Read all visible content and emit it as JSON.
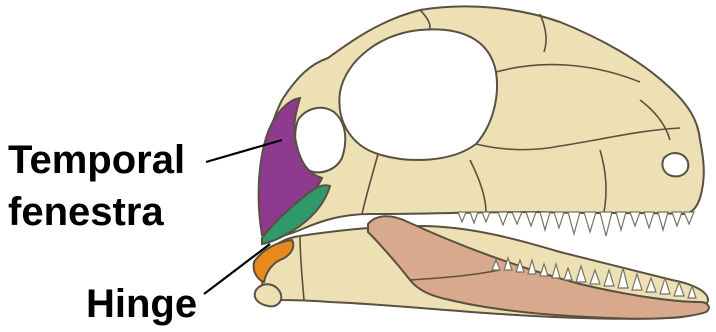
{
  "labels": {
    "temporal_line1": "Temporal",
    "temporal_line2": "fenestra",
    "hinge": "Hinge"
  },
  "colors": {
    "bone": "#ece0b4",
    "bone_outline": "#5a5040",
    "bone_shadow": "#d9c896",
    "temporal_fenestra_bone": "#8e3a8e",
    "quadrate": "#2e9a6a",
    "hinge": "#e8891e",
    "dentary_splenial": "#d8a98c",
    "teeth": "#ffffff"
  },
  "icons": {
    "figure": "reptile-skull-diagram"
  }
}
